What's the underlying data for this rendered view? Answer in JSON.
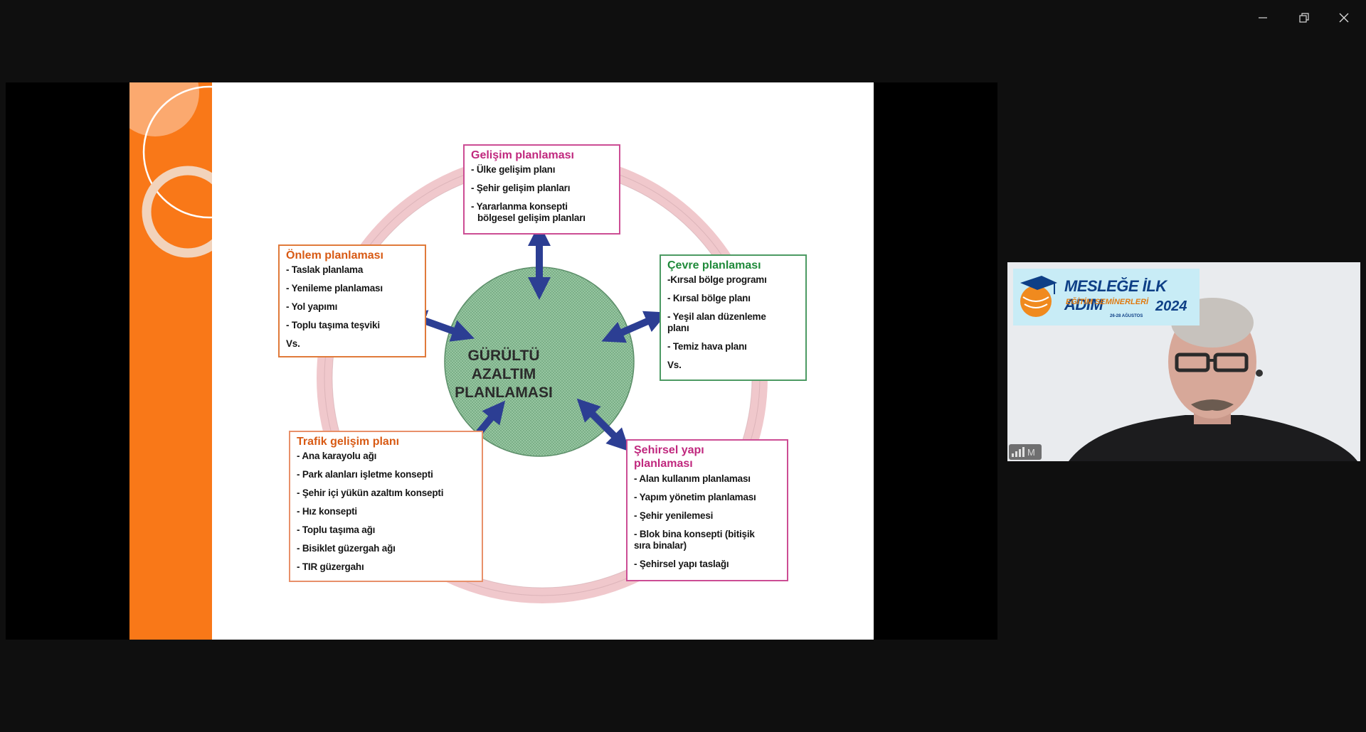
{
  "window_controls": {
    "minimize_icon": "minimize-icon",
    "restore_icon": "restore-icon",
    "close_icon": "close-icon"
  },
  "slide": {
    "center": {
      "line1": "GÜRÜLTÜ AZALTIM",
      "line2": "PLANLAMASI"
    },
    "boxes": {
      "gelisim": {
        "title": "Gelişim planlaması",
        "title_color": "#c0287e",
        "border_color": "#cc4d94",
        "items": [
          "- Ülke gelişim planı",
          "- Şehir gelişim planları",
          "- Yararlanma konsepti",
          "bölgesel gelişim planları"
        ]
      },
      "onlem": {
        "title": "Önlem planlaması",
        "title_color": "#d85a14",
        "border_color": "#e07a3a",
        "items": [
          "- Taslak planlama",
          "- Yenileme planlaması",
          "- Yol yapımı",
          "- Toplu taşıma teşviki",
          "Vs."
        ]
      },
      "cevre": {
        "title": "Çevre planlaması",
        "title_color": "#1f8a3a",
        "border_color": "#4c9a63",
        "items": [
          "-Kırsal bölge programı",
          "- Kırsal bölge planı",
          "- Yeşil  alan düzenleme",
          "planı",
          "- Temiz hava planı",
          "Vs."
        ]
      },
      "trafik": {
        "title": "Trafik gelişim planı",
        "title_color": "#d85a14",
        "border_color": "#e8906a",
        "items": [
          "-  Ana karayolu ağı",
          "- Park alanları işletme konsepti",
          "- Şehir içi yükün azaltım konsepti",
          "- Hız konsepti",
          "- Toplu taşıma ağı",
          "- Bisiklet güzergah ağı",
          "-  TIR güzergahı"
        ]
      },
      "sehirsel": {
        "title": "Şehirsel yapı",
        "title2": "planlaması",
        "title_color": "#c0287e",
        "border_color": "#cc4d94",
        "items": [
          "- Alan kullanım planlaması",
          "- Yapım yönetim planlaması",
          "- Şehir yenilemesi",
          "- Blok bina konsepti (bitişik",
          "sıra binalar)",
          "- Şehirsel yapı taslağı"
        ]
      }
    },
    "colors": {
      "ring": "#f0c8cc",
      "circle_fill": "#97c7a2",
      "arrow": "#2c3e93",
      "sidebar": "#f97818"
    }
  },
  "webcam": {
    "logo": {
      "line1": "MESLEĞE İLK ADIM",
      "line2": "EĞİTİM SEMİNERLERİ",
      "year": "2024",
      "dates": "26-28 AĞUSTOS"
    },
    "badge": {
      "signal_icon": "signal-bars-icon",
      "letter": "M"
    }
  }
}
